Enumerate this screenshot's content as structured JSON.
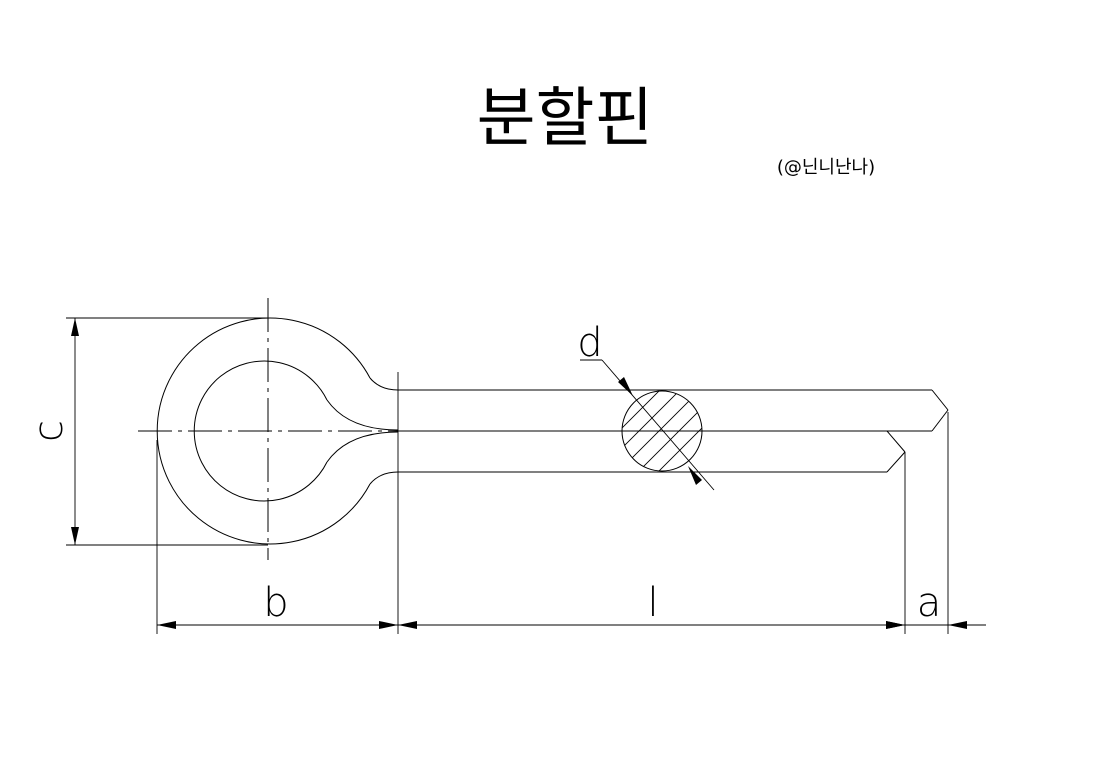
{
  "title": "분할핀",
  "credit": "(@닌니난나)",
  "dimensions": {
    "c": "c",
    "b": "b",
    "l": "l",
    "a": "a",
    "d": "d"
  }
}
